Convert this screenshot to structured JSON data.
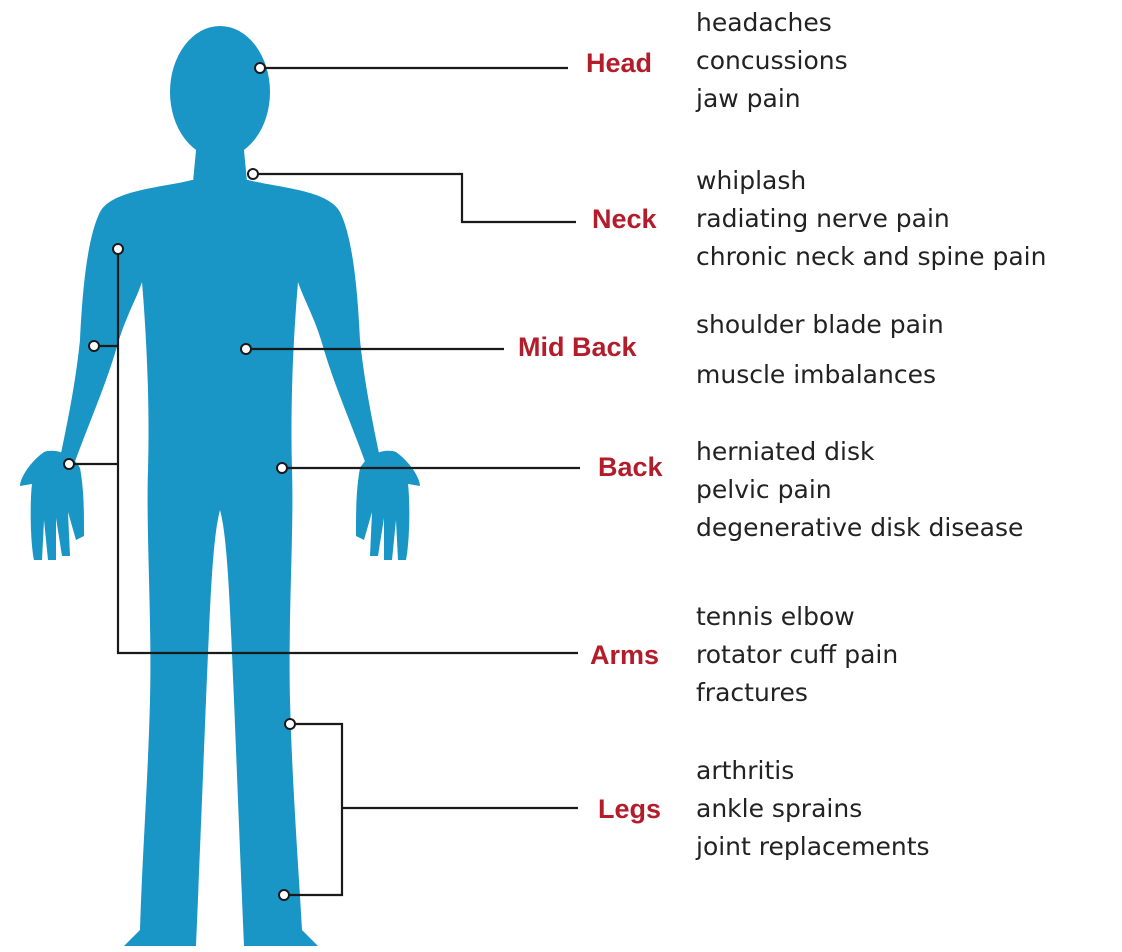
{
  "diagram": {
    "regions": [
      {
        "key": "head",
        "label": "Head",
        "conditions": [
          "headaches",
          "concussions",
          "jaw pain"
        ]
      },
      {
        "key": "neck",
        "label": "Neck",
        "conditions": [
          "whiplash",
          "radiating nerve pain",
          "chronic neck and spine pain"
        ]
      },
      {
        "key": "mid-back",
        "label": "Mid Back",
        "conditions": [
          "shoulder blade pain",
          "muscle imbalances"
        ]
      },
      {
        "key": "back",
        "label": "Back",
        "conditions": [
          "herniated disk",
          "pelvic pain",
          "degenerative disk disease"
        ]
      },
      {
        "key": "arms",
        "label": "Arms",
        "conditions": [
          "tennis elbow",
          "rotator cuff pain",
          "fractures"
        ]
      },
      {
        "key": "legs",
        "label": "Legs",
        "conditions": [
          "arthritis",
          "ankle sprains",
          "joint replacements"
        ]
      }
    ],
    "colors": {
      "body": "#1a96c6",
      "region_label": "#b31d2b",
      "condition_text": "#222222",
      "leader_line": "#1a1a1a"
    }
  }
}
